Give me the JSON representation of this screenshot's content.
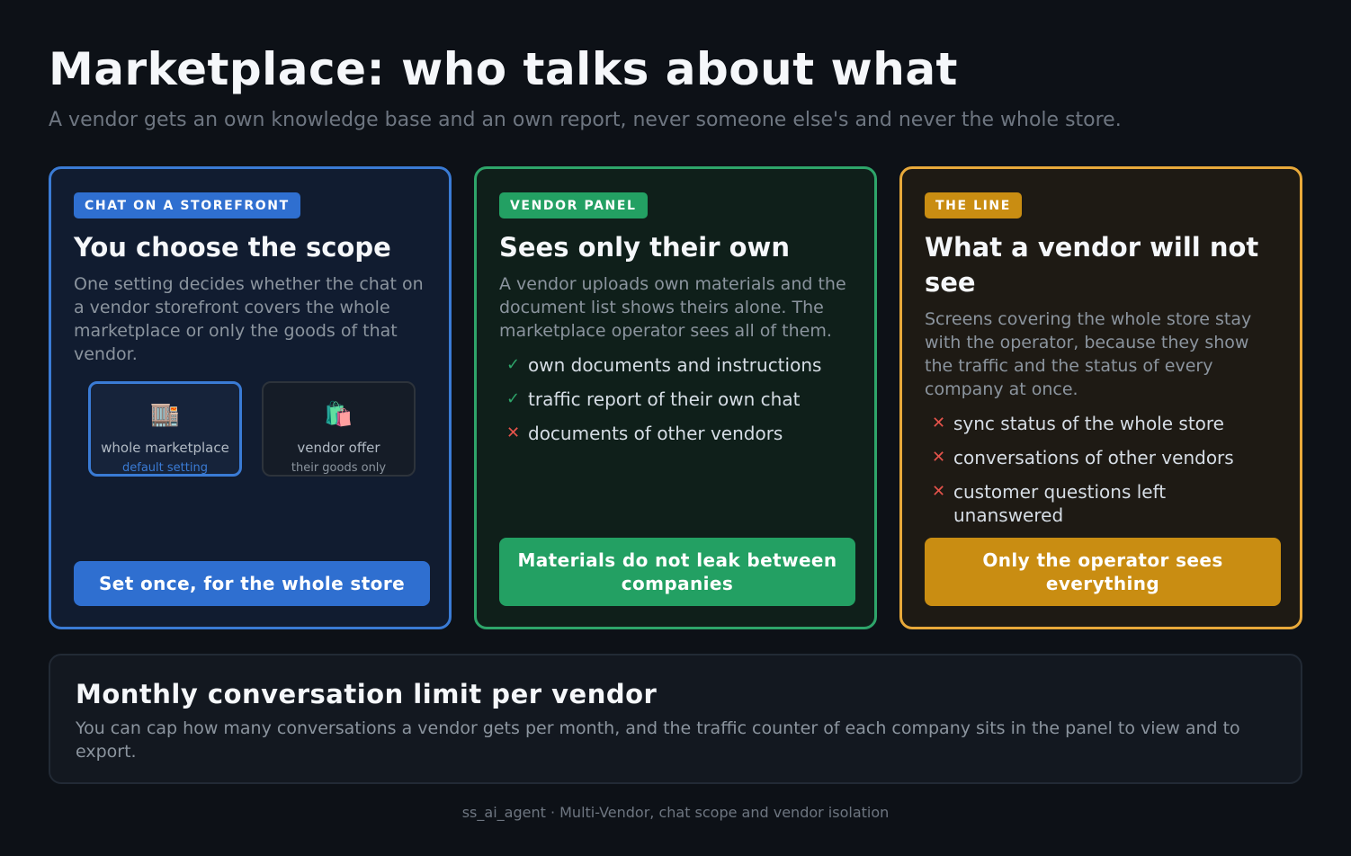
{
  "header": {
    "title": "Marketplace: who talks about what",
    "subtitle": "A vendor gets an own knowledge base and an own report, never someone else's and never the whole store."
  },
  "cards": [
    {
      "badge": "CHAT ON A STOREFRONT",
      "title": "You choose the scope",
      "description": "One setting decides whether the chat on a vendor storefront covers the whole marketplace or only the goods of that vendor.",
      "options": [
        {
          "icon": "🏬",
          "icon_name": "department-store-icon",
          "label": "whole marketplace",
          "sublabel": "default setting",
          "selected": true
        },
        {
          "icon": "🛍️",
          "icon_name": "shopping-bags-icon",
          "label": "vendor offer",
          "sublabel": "their goods only",
          "selected": false
        }
      ],
      "action": "Set once, for the whole store",
      "color": "#3a7bd5"
    },
    {
      "badge": "VENDOR PANEL",
      "title": "Sees only their own",
      "description": "A vendor uploads own materials and the document list shows theirs alone. The marketplace operator sees all of them.",
      "items": [
        {
          "mark": "✓",
          "type": "allowed",
          "text": "own documents and instructions"
        },
        {
          "mark": "✓",
          "type": "allowed",
          "text": "traffic report of their own chat"
        },
        {
          "mark": "✕",
          "type": "denied",
          "text": "documents of other vendors"
        }
      ],
      "action": "Materials do not leak between companies",
      "color": "#2ea56a"
    },
    {
      "badge": "THE LINE",
      "title": "What a vendor will not see",
      "description": "Screens covering the whole store stay with the operator, because they show the traffic and the status of every company at once.",
      "items": [
        {
          "mark": "✕",
          "type": "denied",
          "text": "sync status of the whole store"
        },
        {
          "mark": "✕",
          "type": "denied",
          "text": "conversations of other vendors"
        },
        {
          "mark": "✕",
          "type": "denied",
          "text": "customer questions left unanswered"
        }
      ],
      "action": "Only the operator sees everything",
      "color": "#e8a93a"
    }
  ],
  "bottom": {
    "title": "Monthly conversation limit per vendor",
    "description": "You can cap how many conversations a vendor gets per month, and the traffic counter of each company sits in the panel to view and to export."
  },
  "footer": "ss_ai_agent · Multi-Vendor, chat scope and vendor isolation"
}
